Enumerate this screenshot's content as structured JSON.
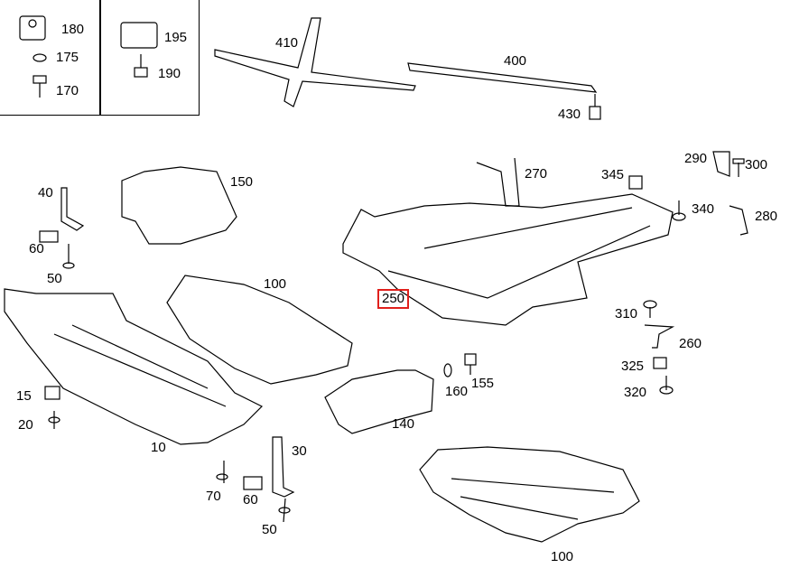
{
  "diagram": {
    "highlight_color": "#e0201c",
    "callouts": [
      {
        "label": "180"
      },
      {
        "label": "175"
      },
      {
        "label": "170"
      },
      {
        "label": "195"
      },
      {
        "label": "190"
      },
      {
        "label": "410"
      },
      {
        "label": "400"
      },
      {
        "label": "430"
      },
      {
        "label": "270"
      },
      {
        "label": "345"
      },
      {
        "label": "290"
      },
      {
        "label": "300"
      },
      {
        "label": "340"
      },
      {
        "label": "280"
      },
      {
        "label": "150"
      },
      {
        "label": "40"
      },
      {
        "label": "60"
      },
      {
        "label": "50"
      },
      {
        "label": "100"
      },
      {
        "label": "250",
        "highlighted": true
      },
      {
        "label": "310"
      },
      {
        "label": "260"
      },
      {
        "label": "325"
      },
      {
        "label": "320"
      },
      {
        "label": "15"
      },
      {
        "label": "20"
      },
      {
        "label": "10"
      },
      {
        "label": "160"
      },
      {
        "label": "155"
      },
      {
        "label": "140"
      },
      {
        "label": "30"
      },
      {
        "label": "70"
      },
      {
        "label": "60"
      },
      {
        "label": "50"
      },
      {
        "label": "100"
      }
    ]
  }
}
